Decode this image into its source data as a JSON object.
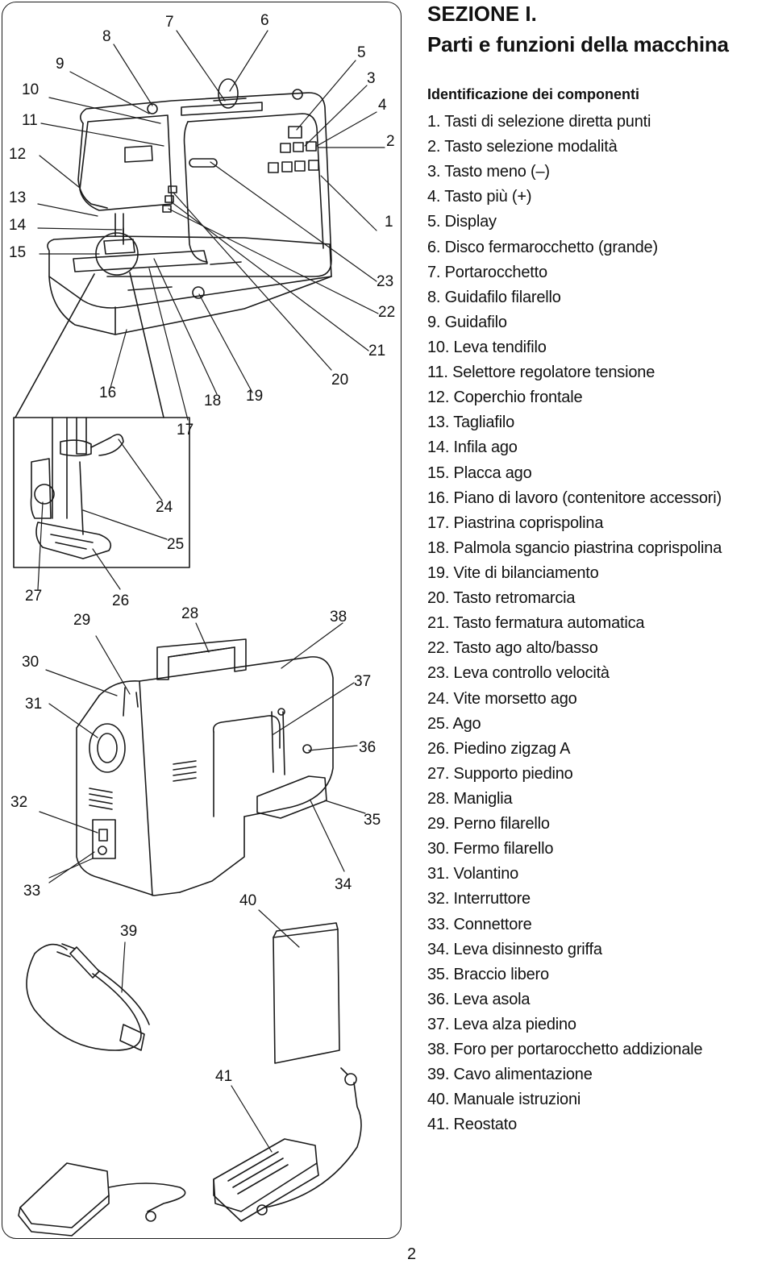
{
  "section": {
    "heading": "SEZIONE I.",
    "subtitle": "Parti e funzioni della macchina"
  },
  "components": {
    "heading": "Identificazione dei componenti",
    "items": [
      "1. Tasti di selezione diretta punti",
      "2. Tasto selezione modalità",
      "3. Tasto meno (–)",
      "4. Tasto più (+)",
      "5. Display",
      "6. Disco fermarocchetto (grande)",
      "7. Portarocchetto",
      "8. Guidafilo filarello",
      "9. Guidafilo",
      "10. Leva tendifilo",
      "11. Selettore regolatore tensione",
      "12. Coperchio frontale",
      "13. Tagliafilo",
      "14. Infila ago",
      "15. Placca ago",
      "16. Piano di lavoro (contenitore accessori)",
      "17. Piastrina coprispolina",
      "18. Palmola sgancio piastrina coprispolina",
      "19. Vite di bilanciamento",
      "20. Tasto retromarcia",
      "21. Tasto fermatura automatica",
      "22. Tasto ago alto/basso",
      "23. Leva controllo velocità",
      "24. Vite morsetto ago",
      "25. Ago",
      "26.  Piedino zigzag A",
      "27. Supporto piedino",
      "28. Maniglia",
      "29. Perno filarello",
      "30. Fermo filarello",
      "31. Volantino",
      "32. Interruttore",
      "33. Connettore",
      "34. Leva disinnesto griffa",
      "35. Braccio libero",
      "36. Leva asola",
      "37. Leva alza piedino",
      "38. Foro per portarocchetto addizionale",
      "39. Cavo alimentazione",
      "40. Manuale istruzioni",
      "41. Reostato"
    ]
  },
  "figure": {
    "callouts": [
      "1",
      "2",
      "3",
      "4",
      "5",
      "6",
      "7",
      "8",
      "9",
      "10",
      "11",
      "12",
      "13",
      "14",
      "15",
      "16",
      "17",
      "18",
      "19",
      "20",
      "21",
      "22",
      "23",
      "24",
      "25",
      "26",
      "27",
      "28",
      "29",
      "30",
      "31",
      "32",
      "33",
      "34",
      "35",
      "36",
      "37",
      "38",
      "39",
      "40",
      "41"
    ]
  },
  "page_number": "2"
}
